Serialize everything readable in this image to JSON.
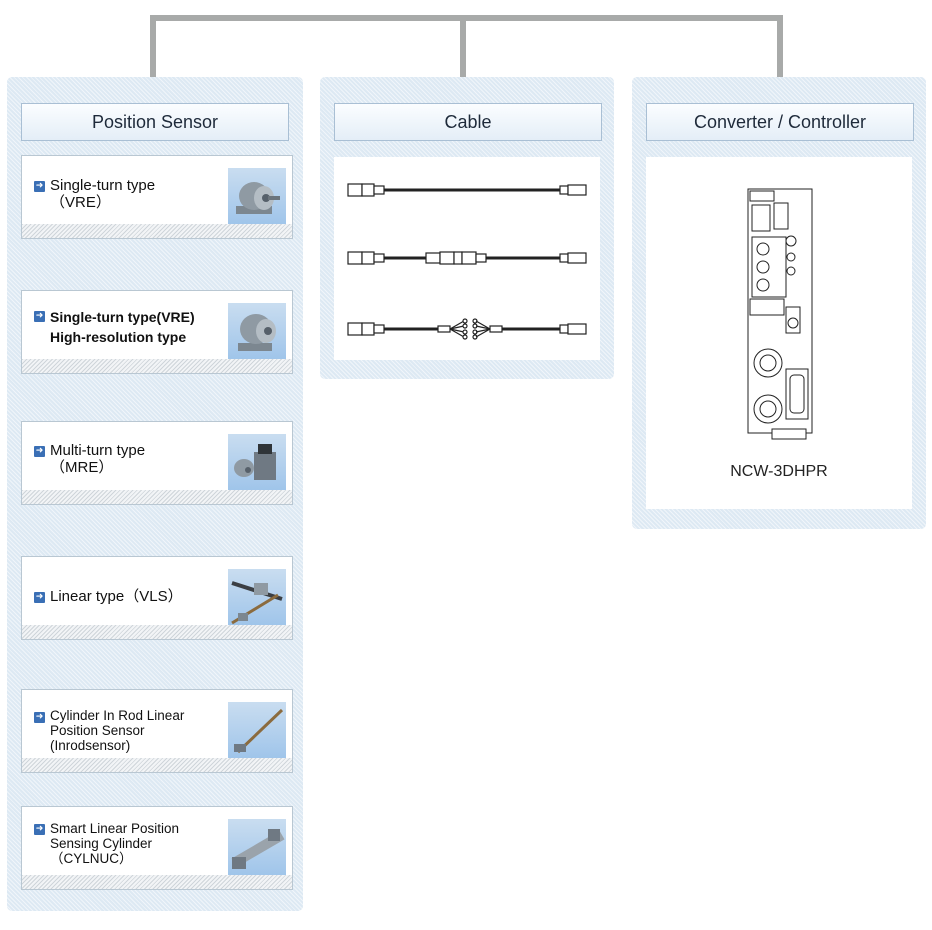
{
  "columns": {
    "position_sensor": {
      "heading": "Position Sensor",
      "items": [
        {
          "line1": "Single-turn type",
          "line2": "（VRE）"
        },
        {
          "line1": "Single-turn type(VRE)",
          "line2": "High-resolution type"
        },
        {
          "line1": "Multi-turn type",
          "line2": "（MRE）"
        },
        {
          "line1": "Linear type（VLS）"
        },
        {
          "line1": "Cylinder In Rod Linear",
          "line2": "Position Sensor",
          "line3": "(Inrodsensor)"
        },
        {
          "line1": "Smart Linear Position",
          "line2": "Sensing Cylinder",
          "line3": "（CYLNUC）"
        }
      ]
    },
    "cable": {
      "heading": "Cable"
    },
    "converter": {
      "heading": "Converter / Controller",
      "product_name": "NCW-3DHPR"
    }
  },
  "icons": {
    "item_arrow": "arrow-right-icon"
  },
  "colors": {
    "panel_bg": "#dde9f3",
    "arrow": "#3a6fb5",
    "connector": "#a8aaa9"
  }
}
